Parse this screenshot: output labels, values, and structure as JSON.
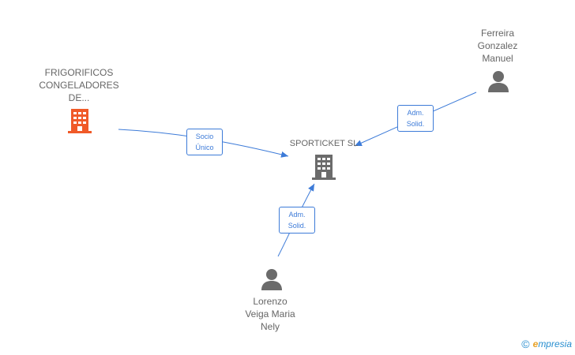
{
  "nodes": {
    "frigorificos": {
      "label": "FRIGORIFICOS\nCONGELADORES\nDE...",
      "type": "company",
      "color": "#f05a28"
    },
    "sporticket": {
      "label": "SPORTICKET SL",
      "type": "company",
      "color": "#6b6b6b"
    },
    "ferreira": {
      "label": "Ferreira\nGonzalez\nManuel",
      "type": "person",
      "color": "#6b6b6b"
    },
    "lorenzo": {
      "label": "Lorenzo\nVeiga Maria\nNely",
      "type": "person",
      "color": "#6b6b6b"
    }
  },
  "edges": {
    "socio": {
      "label": "Socio\nÚnico",
      "from": "frigorificos",
      "to": "sporticket"
    },
    "adm_ferreira": {
      "label": "Adm.\nSolid.",
      "from": "ferreira",
      "to": "sporticket"
    },
    "adm_lorenzo": {
      "label": "Adm.\nSolid.",
      "from": "lorenzo",
      "to": "sporticket"
    }
  },
  "colors": {
    "edge": "#3d7bd8",
    "label_text": "#666666"
  },
  "brand": {
    "copyright": "©",
    "e": "e",
    "name": "mpresia"
  }
}
